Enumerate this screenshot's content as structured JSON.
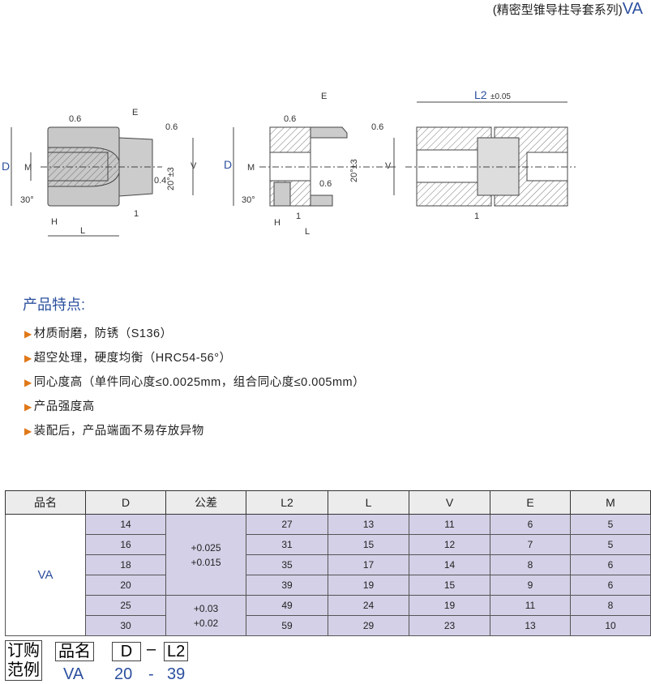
{
  "header": {
    "series": "(精密型锥导柱导套系列)",
    "code": "VA"
  },
  "drawing": {
    "labels": {
      "D": "D",
      "M": "M",
      "E": "E",
      "H": "H",
      "L": "L",
      "V": "V",
      "L2": "L2",
      "L2_tol": "±0.05",
      "angle": "20°±3",
      "chamfer": "30°",
      "r06": "0.6",
      "r04": "0.4",
      "one": "1"
    }
  },
  "features": {
    "heading": "产品特点:",
    "items": [
      "材质耐磨，防锈（S136）",
      "超空处理，硬度均衡（HRC54-56°）",
      "同心度高（单件同心度≤0.0025mm，组合同心度≤0.005mm）",
      "产品强度高",
      "装配后，产品端面不易存放异物"
    ]
  },
  "table": {
    "headers": [
      "品名",
      "D",
      "公差",
      "L2",
      "L",
      "V",
      "E",
      "M"
    ],
    "name": "VA",
    "rows": [
      [
        "14",
        "27",
        "13",
        "11",
        "6",
        "5"
      ],
      [
        "16",
        "31",
        "15",
        "12",
        "7",
        "5"
      ],
      [
        "18",
        "35",
        "17",
        "14",
        "8",
        "6"
      ],
      [
        "20",
        "39",
        "19",
        "15",
        "9",
        "6"
      ],
      [
        "25",
        "49",
        "24",
        "19",
        "11",
        "8"
      ],
      [
        "30",
        "59",
        "29",
        "23",
        "13",
        "10"
      ]
    ],
    "tol": [
      [
        "+0.025",
        "+0.015"
      ],
      [
        "+0.03",
        "+0.02"
      ]
    ]
  },
  "order": {
    "label1": "订购",
    "label2": "范例",
    "fields": [
      "品名",
      "D",
      "L2"
    ],
    "dash": "–",
    "values": [
      "VA",
      "20",
      "-",
      "39"
    ]
  }
}
